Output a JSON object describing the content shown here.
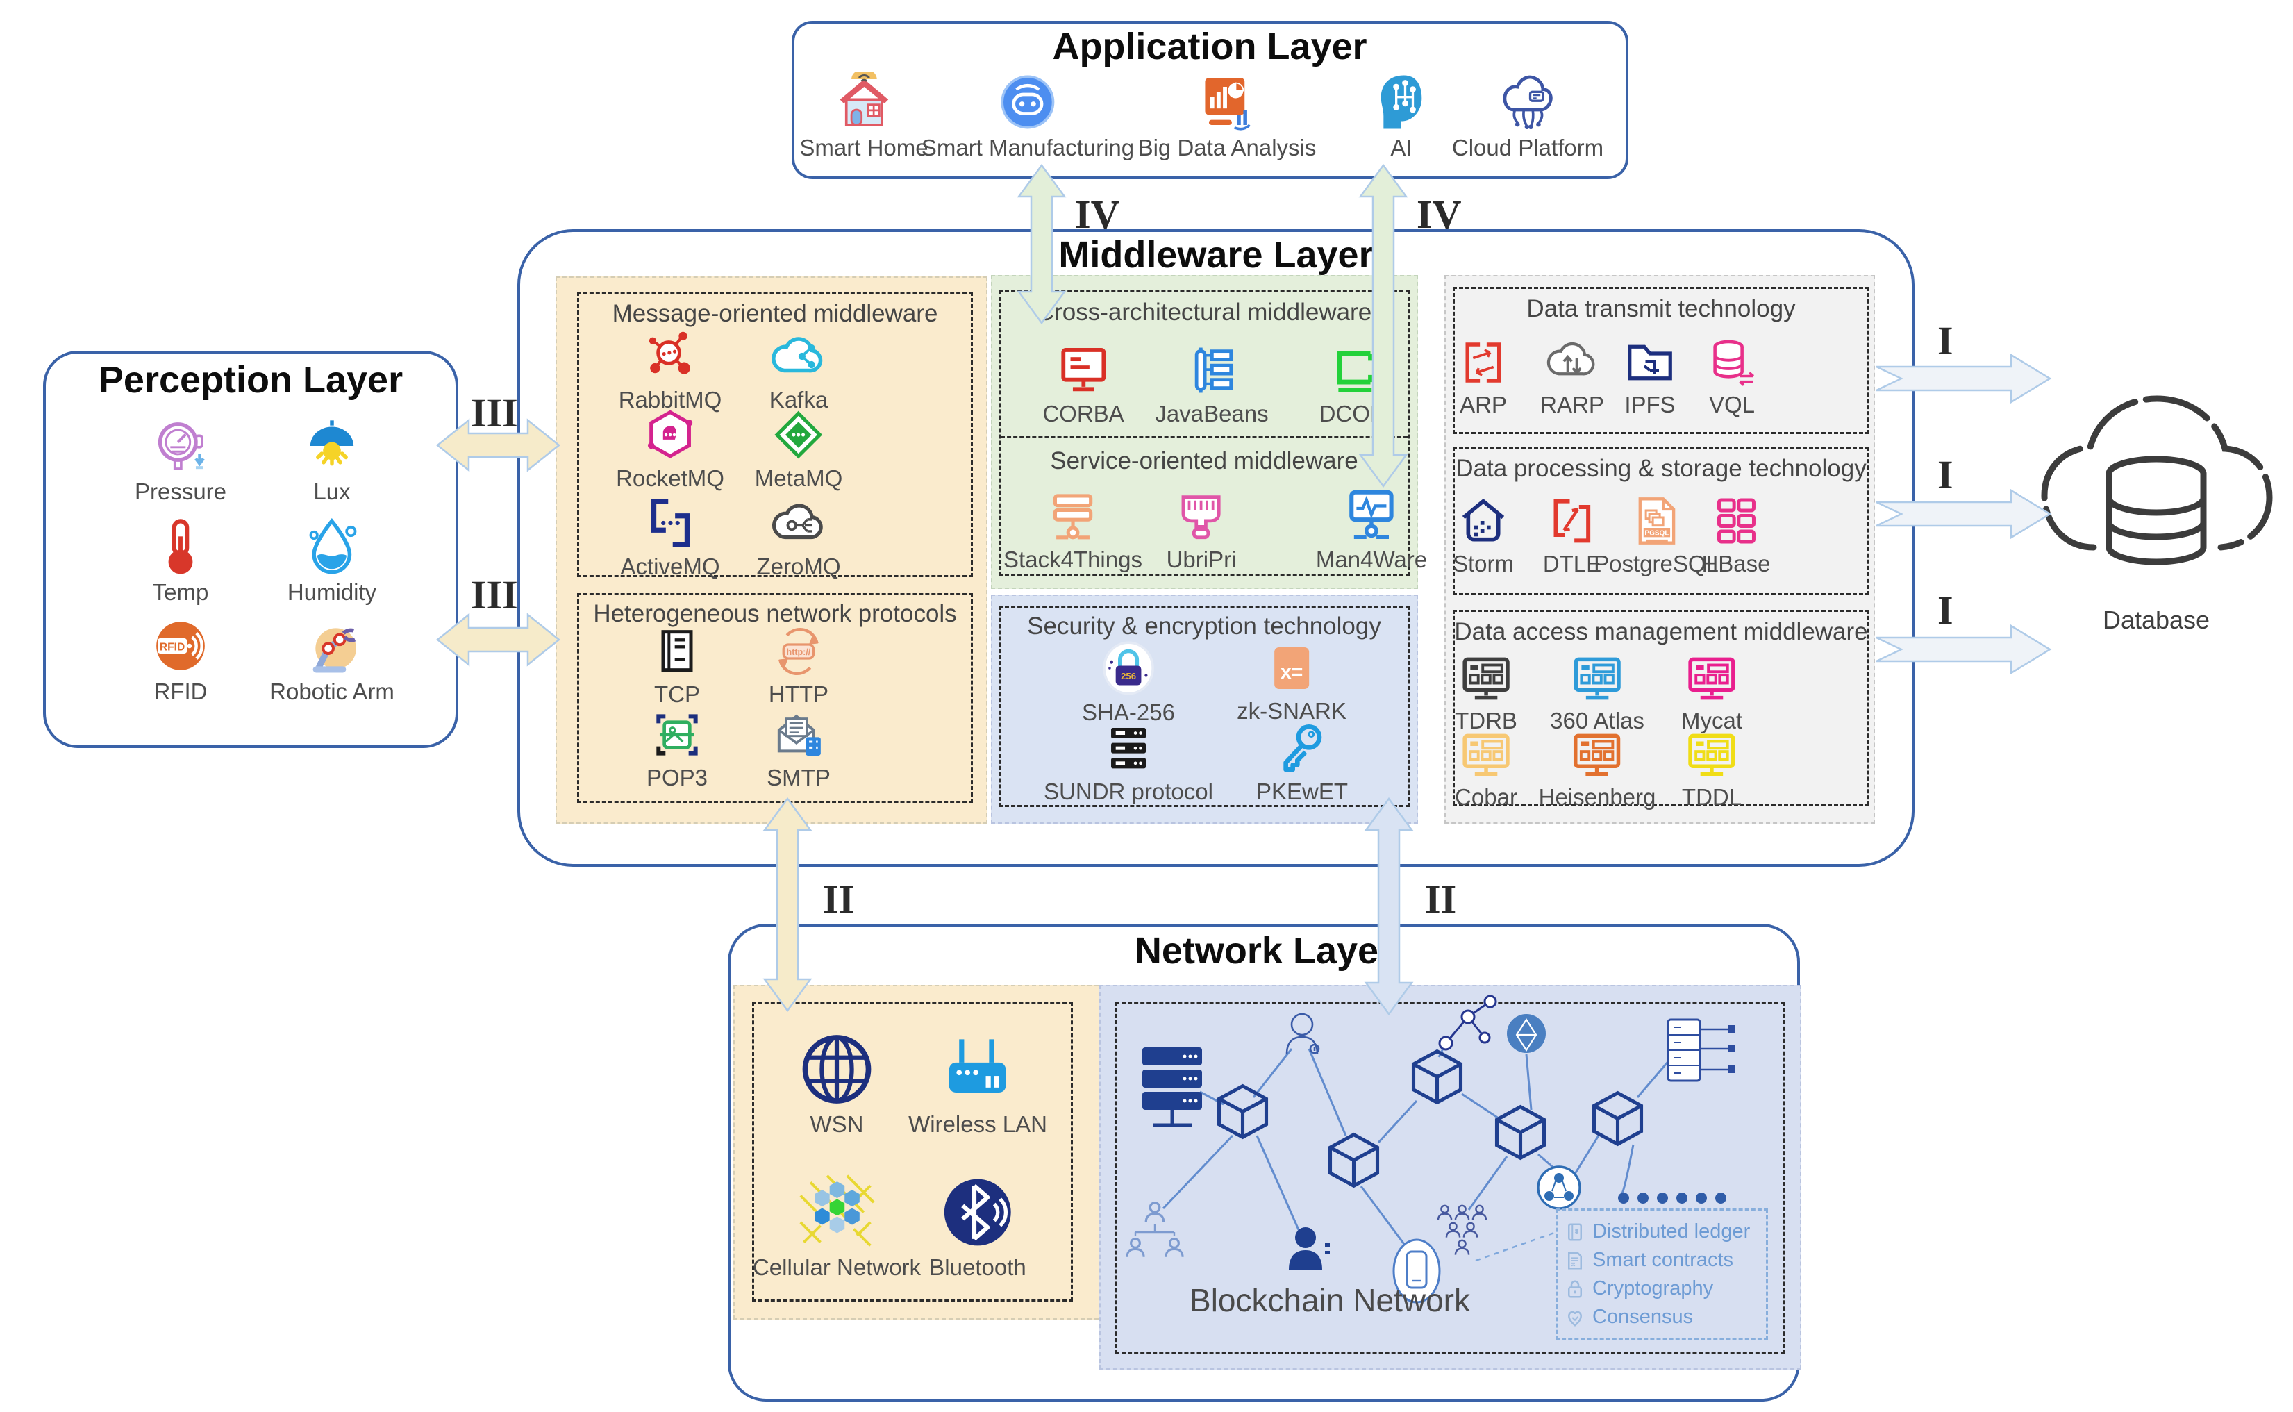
{
  "application_layer": {
    "title": "Application Layer",
    "items": [
      {
        "label": "Smart Home",
        "icon": "smart-home-icon"
      },
      {
        "label": "Smart Manufacturing",
        "icon": "robot-icon"
      },
      {
        "label": "Big Data Analysis",
        "icon": "chart-board-icon"
      },
      {
        "label": "AI",
        "icon": "ai-head-icon"
      },
      {
        "label": "Cloud Platform",
        "icon": "cloud-platform-icon"
      }
    ]
  },
  "perception_layer": {
    "title": "Perception Layer",
    "items": [
      {
        "label": "Pressure",
        "icon": "gauge-icon"
      },
      {
        "label": "Lux",
        "icon": "lamp-icon"
      },
      {
        "label": "Temp",
        "icon": "thermometer-icon"
      },
      {
        "label": "Humidity",
        "icon": "droplet-icon"
      },
      {
        "label": "RFID",
        "icon": "rfid-icon"
      },
      {
        "label": "Robotic Arm",
        "icon": "robotic-arm-icon"
      }
    ]
  },
  "middleware_layer": {
    "title": "Middleware Layer",
    "message_oriented": {
      "title": "Message-oriented middleware",
      "items": [
        {
          "label": "RabbitMQ",
          "icon": "rabbitmq-icon"
        },
        {
          "label": "Kafka",
          "icon": "kafka-cloud-icon"
        },
        {
          "label": "RocketMQ",
          "icon": "rocketmq-icon"
        },
        {
          "label": "MetaMQ",
          "icon": "metamq-icon"
        },
        {
          "label": "ActiveMQ",
          "icon": "activemq-icon"
        },
        {
          "label": "ZeroMQ",
          "icon": "zeromq-cloud-icon"
        }
      ]
    },
    "heterogeneous": {
      "title": "Heterogeneous network protocols",
      "items": [
        {
          "label": "TCP",
          "icon": "notebook-icon"
        },
        {
          "label": "HTTP",
          "icon": "http-icon"
        },
        {
          "label": "POP3",
          "icon": "scan-image-icon"
        },
        {
          "label": "SMTP",
          "icon": "mail-server-icon"
        }
      ]
    },
    "cross_architectural": {
      "title": "Cross-architectural middleware",
      "items": [
        {
          "label": "CORBA",
          "icon": "monitor-red-icon"
        },
        {
          "label": "JavaBeans",
          "icon": "beans-list-icon"
        },
        {
          "label": "DCOM",
          "icon": "bracket-green-icon"
        }
      ]
    },
    "service_oriented": {
      "title": "Service-oriented middleware",
      "items": [
        {
          "label": "Stack4Things",
          "icon": "server-node-icon"
        },
        {
          "label": "UbriPri",
          "icon": "connector-icon"
        },
        {
          "label": "Man4Ware",
          "icon": "pulse-monitor-icon"
        }
      ]
    },
    "security": {
      "title": "Security & encryption technology",
      "items": [
        {
          "label": "SHA-256",
          "icon": "padlock-256-icon"
        },
        {
          "label": "zk-SNARK",
          "icon": "calculator-icon"
        },
        {
          "label": "SUNDR protocol",
          "icon": "server-stack-icon"
        },
        {
          "label": "PKEwET",
          "icon": "key-icon"
        }
      ]
    },
    "data_transmit": {
      "title": "Data transmit technology",
      "items": [
        {
          "label": "ARP",
          "icon": "arp-brackets-icon"
        },
        {
          "label": "RARP",
          "icon": "cloud-updown-icon"
        },
        {
          "label": "IPFS",
          "icon": "folder-icon"
        },
        {
          "label": "VQL",
          "icon": "db-exchange-icon"
        }
      ]
    },
    "data_processing": {
      "title": "Data processing & storage technology",
      "items": [
        {
          "label": "Storm",
          "icon": "storm-house-icon"
        },
        {
          "label": "DTLE",
          "icon": "dtle-brackets-icon"
        },
        {
          "label": "PostgreSQL",
          "icon": "pgsql-file-icon"
        },
        {
          "label": "HBase",
          "icon": "grid-blocks-icon"
        }
      ]
    },
    "data_access": {
      "title": "Data access management middleware",
      "items": [
        {
          "label": "TDRB",
          "icon": "dash-monitor-black-icon"
        },
        {
          "label": "360 Atlas",
          "icon": "dash-monitor-blue-icon"
        },
        {
          "label": "Mycat",
          "icon": "dash-monitor-pink-icon"
        },
        {
          "label": "Cobar",
          "icon": "dash-monitor-tan-icon"
        },
        {
          "label": "Heisenberg",
          "icon": "dash-monitor-orange-icon"
        },
        {
          "label": "TDDL",
          "icon": "dash-monitor-yellow-icon"
        }
      ]
    }
  },
  "network_layer": {
    "title": "Network Layer",
    "items": [
      {
        "label": "WSN",
        "icon": "globe-icon"
      },
      {
        "label": "Wireless LAN",
        "icon": "router-icon"
      },
      {
        "label": "Cellular Network",
        "icon": "hex-cells-icon"
      },
      {
        "label": "Bluetooth",
        "icon": "bluetooth-icon"
      }
    ],
    "blockchain": {
      "label": "Blockchain Network",
      "legend": [
        {
          "label": "Distributed ledger",
          "icon": "ledger-icon"
        },
        {
          "label": "Smart contracts",
          "icon": "contract-icon"
        },
        {
          "label": "Cryptography",
          "icon": "lock-icon"
        },
        {
          "label": "Consensus",
          "icon": "handshake-heart-icon"
        }
      ]
    }
  },
  "database": {
    "label": "Database",
    "icon": "cloud-database-icon"
  },
  "connectors": {
    "i": "I",
    "ii": "II",
    "iii": "III",
    "iv": "IV"
  },
  "colors": {
    "panel_border": "#3A62A8",
    "cream_section": "#FAEBCD",
    "green_section": "#E4EFDB",
    "lavender_section": "#DAE3F3",
    "gray_section": "#F2F2F2",
    "blockchain_bg": "#D7DFF1",
    "arrow_outline": "#AFCBE8",
    "legend_text": "#6D9BD4"
  }
}
